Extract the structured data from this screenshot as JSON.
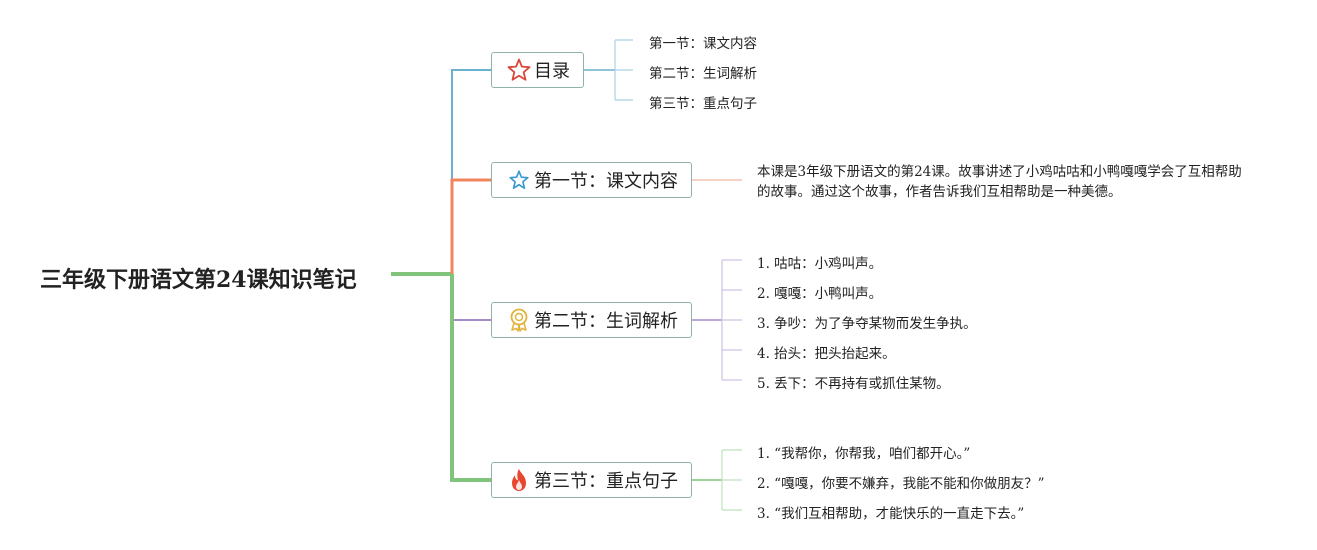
{
  "root": {
    "title": "三年级下册语文第24课知识笔记"
  },
  "branches": [
    {
      "label": "目录",
      "icon": "star-outline-red-icon",
      "items": [
        "第一节：课文内容",
        "第二节：生词解析",
        "第三节：重点句子"
      ]
    },
    {
      "label": "第一节：课文内容",
      "icon": "star-outline-blue-icon",
      "paragraph": [
        "本课是3年级下册语文的第24课。故事讲述了小鸡咕咕和小鸭嘎嘎学会了互相帮助",
        "的故事。通过这个故事，作者告诉我们互相帮助是一种美德。"
      ]
    },
    {
      "label": "第二节：生词解析",
      "icon": "award-medal-icon",
      "items": [
        "1. 咕咕：小鸡叫声。",
        "2. 嘎嘎：小鸭叫声。",
        "3. 争吵：为了争夺某物而发生争执。",
        "4. 抬头：把头抬起来。",
        "5. 丢下：不再持有或抓住某物。"
      ]
    },
    {
      "label": "第三节：重点句子",
      "icon": "fire-icon",
      "items": [
        "1. “我帮你，你帮我，咱们都开心。”",
        "2. “嘎嘎，你要不嫌弃，我能不能和你做朋友？”",
        "3. “我们互相帮助，才能快乐的一直走下去。”"
      ]
    }
  ],
  "colors": {
    "toc": "#6ab0cf",
    "section1": "#f0845f",
    "section2": "#a48cc8",
    "section3": "#7fc47a"
  }
}
